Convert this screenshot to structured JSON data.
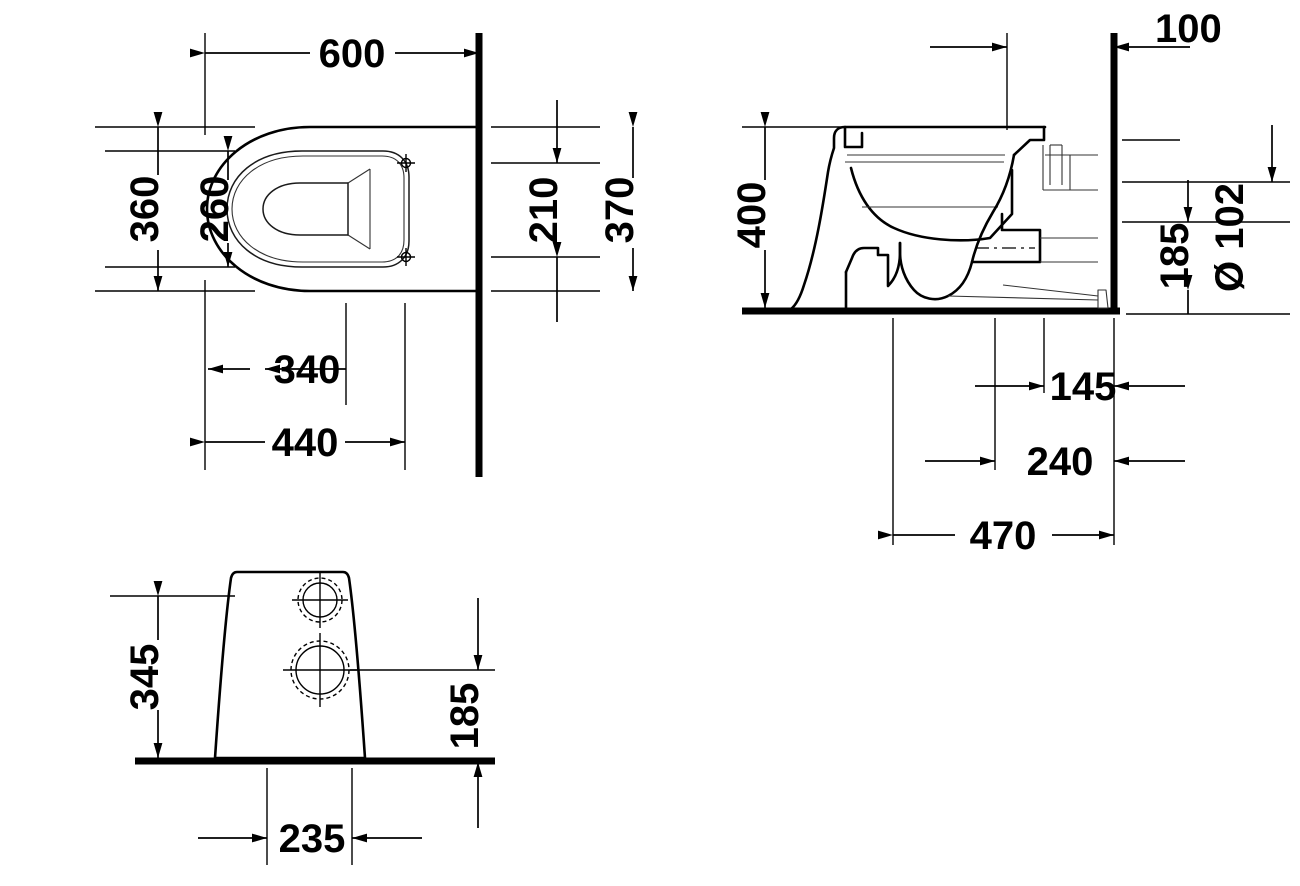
{
  "document": {
    "type": "technical-dimension-drawing",
    "subject": "Wall-mounted toilet / WC ceramic",
    "units": "mm",
    "views": [
      {
        "id": "plan",
        "name": "Top / Plan View"
      },
      {
        "id": "side",
        "name": "Side Section View"
      },
      {
        "id": "front",
        "name": "Front Elevation View"
      }
    ]
  },
  "plan_view": {
    "name": "plan-view",
    "dimensions": {
      "overall_depth": "600",
      "bowl_width": "360",
      "seat_opening_width": "260",
      "rear_offset": "370",
      "fixing_offset": "210",
      "fixing_spacing": "340",
      "bowl_front_offset": "440"
    }
  },
  "side_view": {
    "name": "side-section-view",
    "dimensions": {
      "height": "400",
      "wall_offset": "100",
      "outlet_diameter": "Ø 102",
      "outlet_height": "185",
      "outlet_horizontal": "145",
      "fixing_horizontal": "240",
      "projection": "470"
    }
  },
  "front_view": {
    "name": "front-elevation-view",
    "dimensions": {
      "height": "345",
      "outlet_height": "185",
      "width": "235"
    }
  },
  "labels": {
    "d600": "600",
    "d360": "360",
    "d260": "260",
    "d210": "210",
    "d370": "370",
    "d340": "340",
    "d440": "440",
    "d400": "400",
    "d100": "100",
    "d102": "Ø 102",
    "d185_side": "185",
    "d145": "145",
    "d240": "240",
    "d470": "470",
    "d345": "345",
    "d185_front": "185",
    "d235": "235"
  },
  "colors": {
    "line": "#000000",
    "background": "#ffffff",
    "hairline": "#333333"
  }
}
